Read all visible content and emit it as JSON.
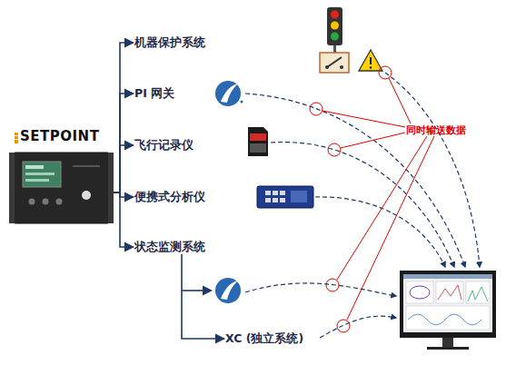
{
  "diagram": {
    "nodes": [
      {
        "text": [
          "SETPOINT"
        ]
      },
      {
        "text": [
          "机器保护系统"
        ]
      },
      {
        "text": [
          "PI 网关"
        ]
      },
      {
        "text": [
          "飞行记录仪"
        ]
      },
      {
        "text": [
          "便携式分析仪"
        ]
      },
      {
        "text": [
          "状态监测系统"
        ]
      },
      {
        "text": [
          "XC (独立系统)"
        ]
      }
    ],
    "edges": [
      {
        "from": 0,
        "to": 1,
        "arrow": "to"
      },
      {
        "from": 0,
        "to": 2,
        "arrow": "to"
      },
      {
        "from": 0,
        "to": 3,
        "arrow": "to"
      },
      {
        "from": 0,
        "to": 4,
        "arrow": "to"
      },
      {
        "from": 0,
        "to": 5,
        "arrow": "to"
      },
      {
        "from": 5,
        "to": 6,
        "arrow": "to"
      }
    ],
    "labels": [
      "同时输送数据"
    ]
  }
}
